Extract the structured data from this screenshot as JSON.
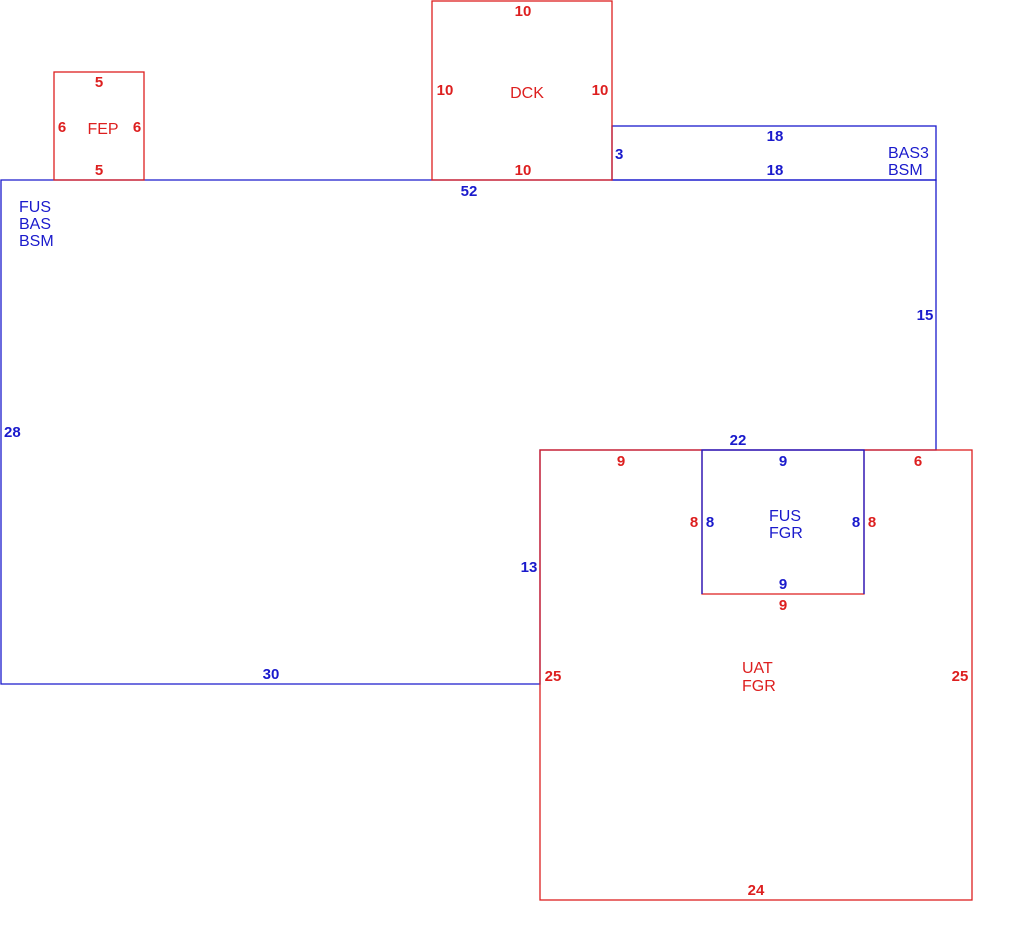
{
  "colors": {
    "blue": "#1a1acc",
    "red": "#dd1f1f",
    "background": "#ffffff"
  },
  "areas": [
    {
      "id": "fus_bas_bsm",
      "color": "blue",
      "label_lines": [
        "FUS",
        "BAS",
        "BSM"
      ],
      "dims": {
        "top": "52",
        "right_upper": "15",
        "step": "22",
        "inner_left": "13",
        "bottom": "30",
        "left": "28"
      }
    },
    {
      "id": "bas3_bsm",
      "color": "blue",
      "label_lines": [
        "BAS3",
        "BSM"
      ],
      "dims": {
        "top": "18",
        "bottom": "18",
        "left": "3"
      }
    },
    {
      "id": "dck",
      "color": "red",
      "label_lines": [
        "DCK"
      ],
      "dims": {
        "top": "10",
        "bottom": "10",
        "left": "10",
        "right": "10"
      }
    },
    {
      "id": "fep",
      "color": "red",
      "label_lines": [
        "FEP"
      ],
      "dims": {
        "top": "5",
        "bottom": "5",
        "left": "6",
        "right": "6"
      }
    },
    {
      "id": "uat_fgr",
      "color": "red",
      "label_lines": [
        "UAT",
        "FGR"
      ],
      "dims": {
        "top_left": "9",
        "top_right": "6",
        "left": "25",
        "right": "25",
        "bottom": "24"
      }
    },
    {
      "id": "inner_red",
      "color": "red",
      "label_lines": [],
      "dims": {
        "left": "8",
        "right": "8",
        "bottom": "9"
      }
    },
    {
      "id": "fus_fgr",
      "color": "blue",
      "label_lines": [
        "FUS",
        "FGR"
      ],
      "dims": {
        "top": "9",
        "bottom": "9",
        "left": "8",
        "right": "8"
      }
    }
  ]
}
